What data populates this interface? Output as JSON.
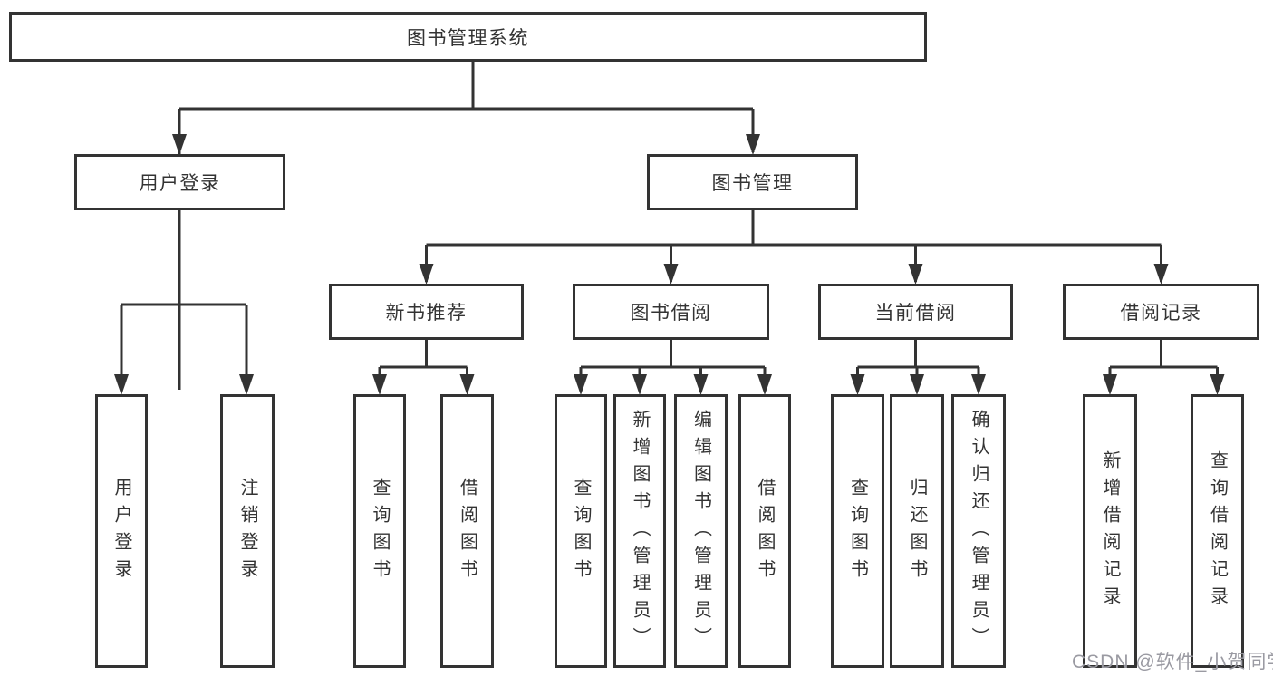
{
  "diagram": {
    "root": {
      "label": "图书管理系统"
    },
    "level2": [
      {
        "label": "用户登录"
      },
      {
        "label": "图书管理"
      }
    ],
    "level3": [
      {
        "label": "新书推荐",
        "parent": "图书管理"
      },
      {
        "label": "图书借阅",
        "parent": "图书管理"
      },
      {
        "label": "当前借阅",
        "parent": "图书管理"
      },
      {
        "label": "借阅记录",
        "parent": "图书管理"
      }
    ],
    "leaves": [
      {
        "label": "用户登录",
        "parent": "用户登录"
      },
      {
        "label": "注销登录",
        "parent": "用户登录"
      },
      {
        "label": "查询图书",
        "parent": "新书推荐"
      },
      {
        "label": "借阅图书",
        "parent": "新书推荐"
      },
      {
        "label": "查询图书",
        "parent": "图书借阅"
      },
      {
        "label": "新增图书（管理员）",
        "parent": "图书借阅"
      },
      {
        "label": "编辑图书（管理员）",
        "parent": "图书借阅"
      },
      {
        "label": "借阅图书",
        "parent": "图书借阅"
      },
      {
        "label": "查询图书",
        "parent": "当前借阅"
      },
      {
        "label": "归还图书",
        "parent": "当前借阅"
      },
      {
        "label": "确认归还（管理员）",
        "parent": "当前借阅"
      },
      {
        "label": "新增借阅记录",
        "parent": "借阅记录"
      },
      {
        "label": "查询借阅记录",
        "parent": "借阅记录"
      }
    ]
  },
  "watermark": {
    "text": "CSDN @软件_小贺同学"
  },
  "colors": {
    "line": "#333333",
    "text": "#333333",
    "watermark": "#9a9aa2",
    "background": "#ffffff"
  }
}
